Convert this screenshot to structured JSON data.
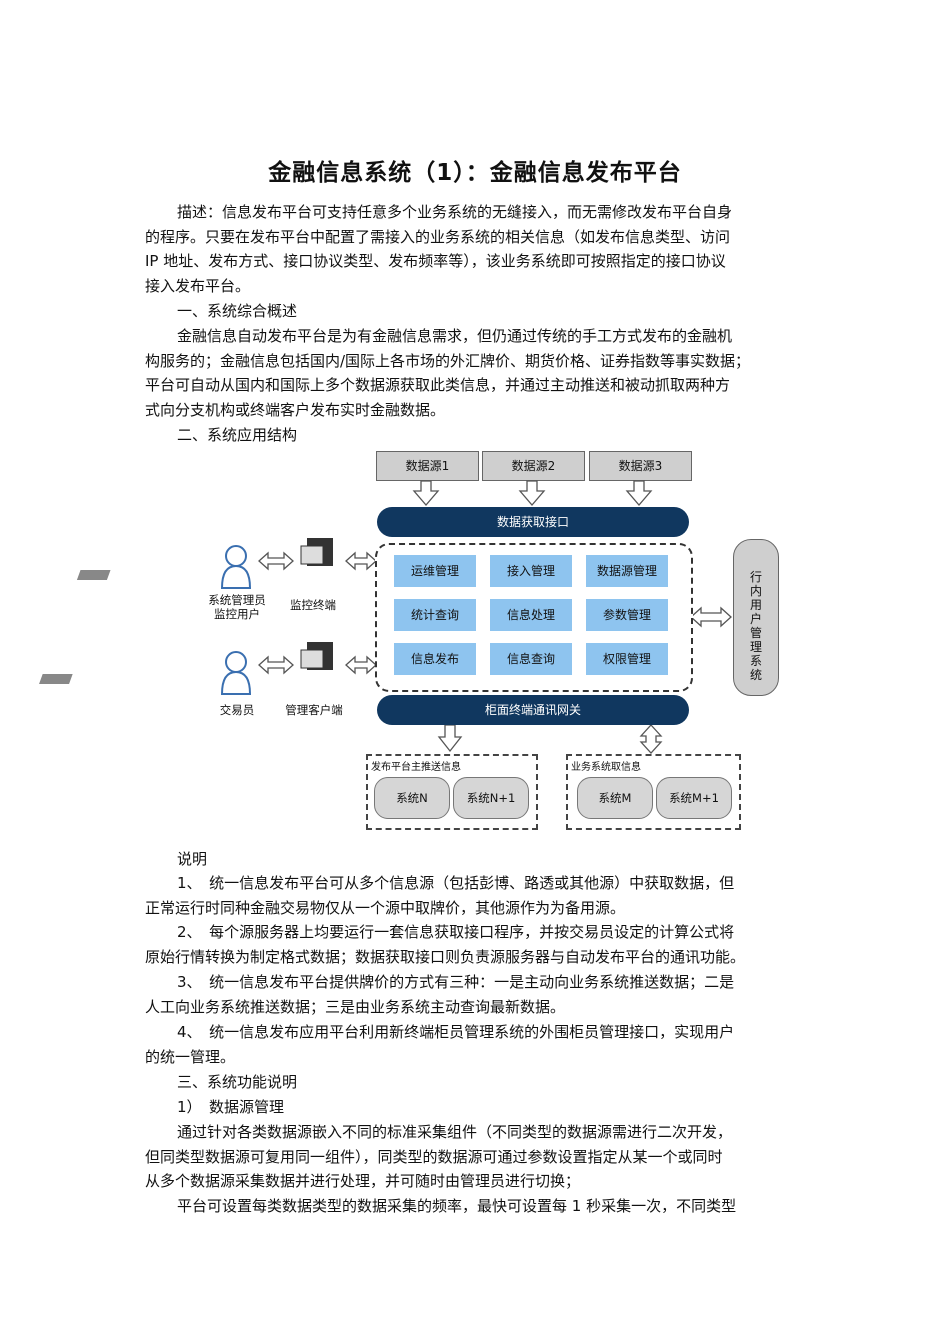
{
  "title": "金融信息系统（1）：金融信息发布平台",
  "intro": [
    "描述：信息发布平台可支持任意多个业务系统的无缝接入，而无需修改发布平台自身",
    "的程序。只要在发布平台中配置了需接入的业务系统的相关信息（如发布信息类型、访问",
    "IP 地址、发布方式、接口协议类型、发布频率等），该业务系统即可按照指定的接口协议",
    "接入发布平台。"
  ],
  "section1_heading": "一、系统综合概述",
  "section1": [
    "金融信息自动发布平台是为有金融信息需求，但仍通过传统的手工方式发布的金融机",
    "构服务的；金融信息包括国内/国际上各市场的外汇牌价、期货价格、证券指数等事实数据；",
    "平台可自动从国内和国际上多个数据源获取此类信息，并通过主动推送和被动抓取两种方",
    "式向分支机构或终端客户发布实时金融数据。"
  ],
  "section2_heading": "二、系统应用结构",
  "diagram": {
    "sources": [
      "数据源1",
      "数据源2",
      "数据源3"
    ],
    "top_bus": "数据获取接口",
    "modules": [
      "运维管理",
      "接入管理",
      "数据源管理",
      "统计查询",
      "信息处理",
      "参数管理",
      "信息发布",
      "信息查询",
      "权限管理"
    ],
    "bottom_bus": "柜面终端通讯网关",
    "right_system": "行内用户管理系统",
    "user1": "系统管理员\n监控用户",
    "terminal1": "监控终端",
    "user2": "交易员",
    "terminal2": "管理客户端",
    "push_group": "发布平台主推送信息",
    "push_systems": [
      "系统N",
      "系统N+1"
    ],
    "fetch_group": "业务系统取信息",
    "fetch_systems": [
      "系统M",
      "系统M+1"
    ]
  },
  "notes_heading": "说明",
  "notes": [
    {
      "num": "1、",
      "lines": [
        "统一信息发布平台可从多个信息源（包括彭博、路透或其他源）中获取数据，但",
        "正常运行时同种金融交易物仅从一个源中取牌价，其他源作为为备用源。"
      ]
    },
    {
      "num": "2、",
      "lines": [
        "每个源服务器上均要运行一套信息获取接口程序，并按交易员设定的计算公式将",
        "原始行情转换为制定格式数据；数据获取接口则负责源服务器与自动发布平台的通讯功能。"
      ]
    },
    {
      "num": "3、",
      "lines": [
        "统一信息发布平台提供牌价的方式有三种：一是主动向业务系统推送数据；二是",
        "人工向业务系统推送数据；三是由业务系统主动查询最新数据。"
      ]
    },
    {
      "num": "4、",
      "lines": [
        "统一信息发布应用平台利用新终端柜员管理系统的外围柜员管理接口，实现用户",
        "的统一管理。"
      ]
    }
  ],
  "section3_heading": "三、系统功能说明",
  "sub1_heading": "1）　数据源管理",
  "sub1": [
    "通过针对各类数据源嵌入不同的标准采集组件（不同类型的数据源需进行二次开发，",
    "但同类型数据源可复用同一组件），同类型的数据源可通过参数设置指定从某一个或同时",
    "从多个数据源采集数据并进行处理，并可随时由管理员进行切换；",
    "平台可设置每类数据类型的数据采集的频率，最快可设置每 1 秒采集一次，不同类型"
  ]
}
